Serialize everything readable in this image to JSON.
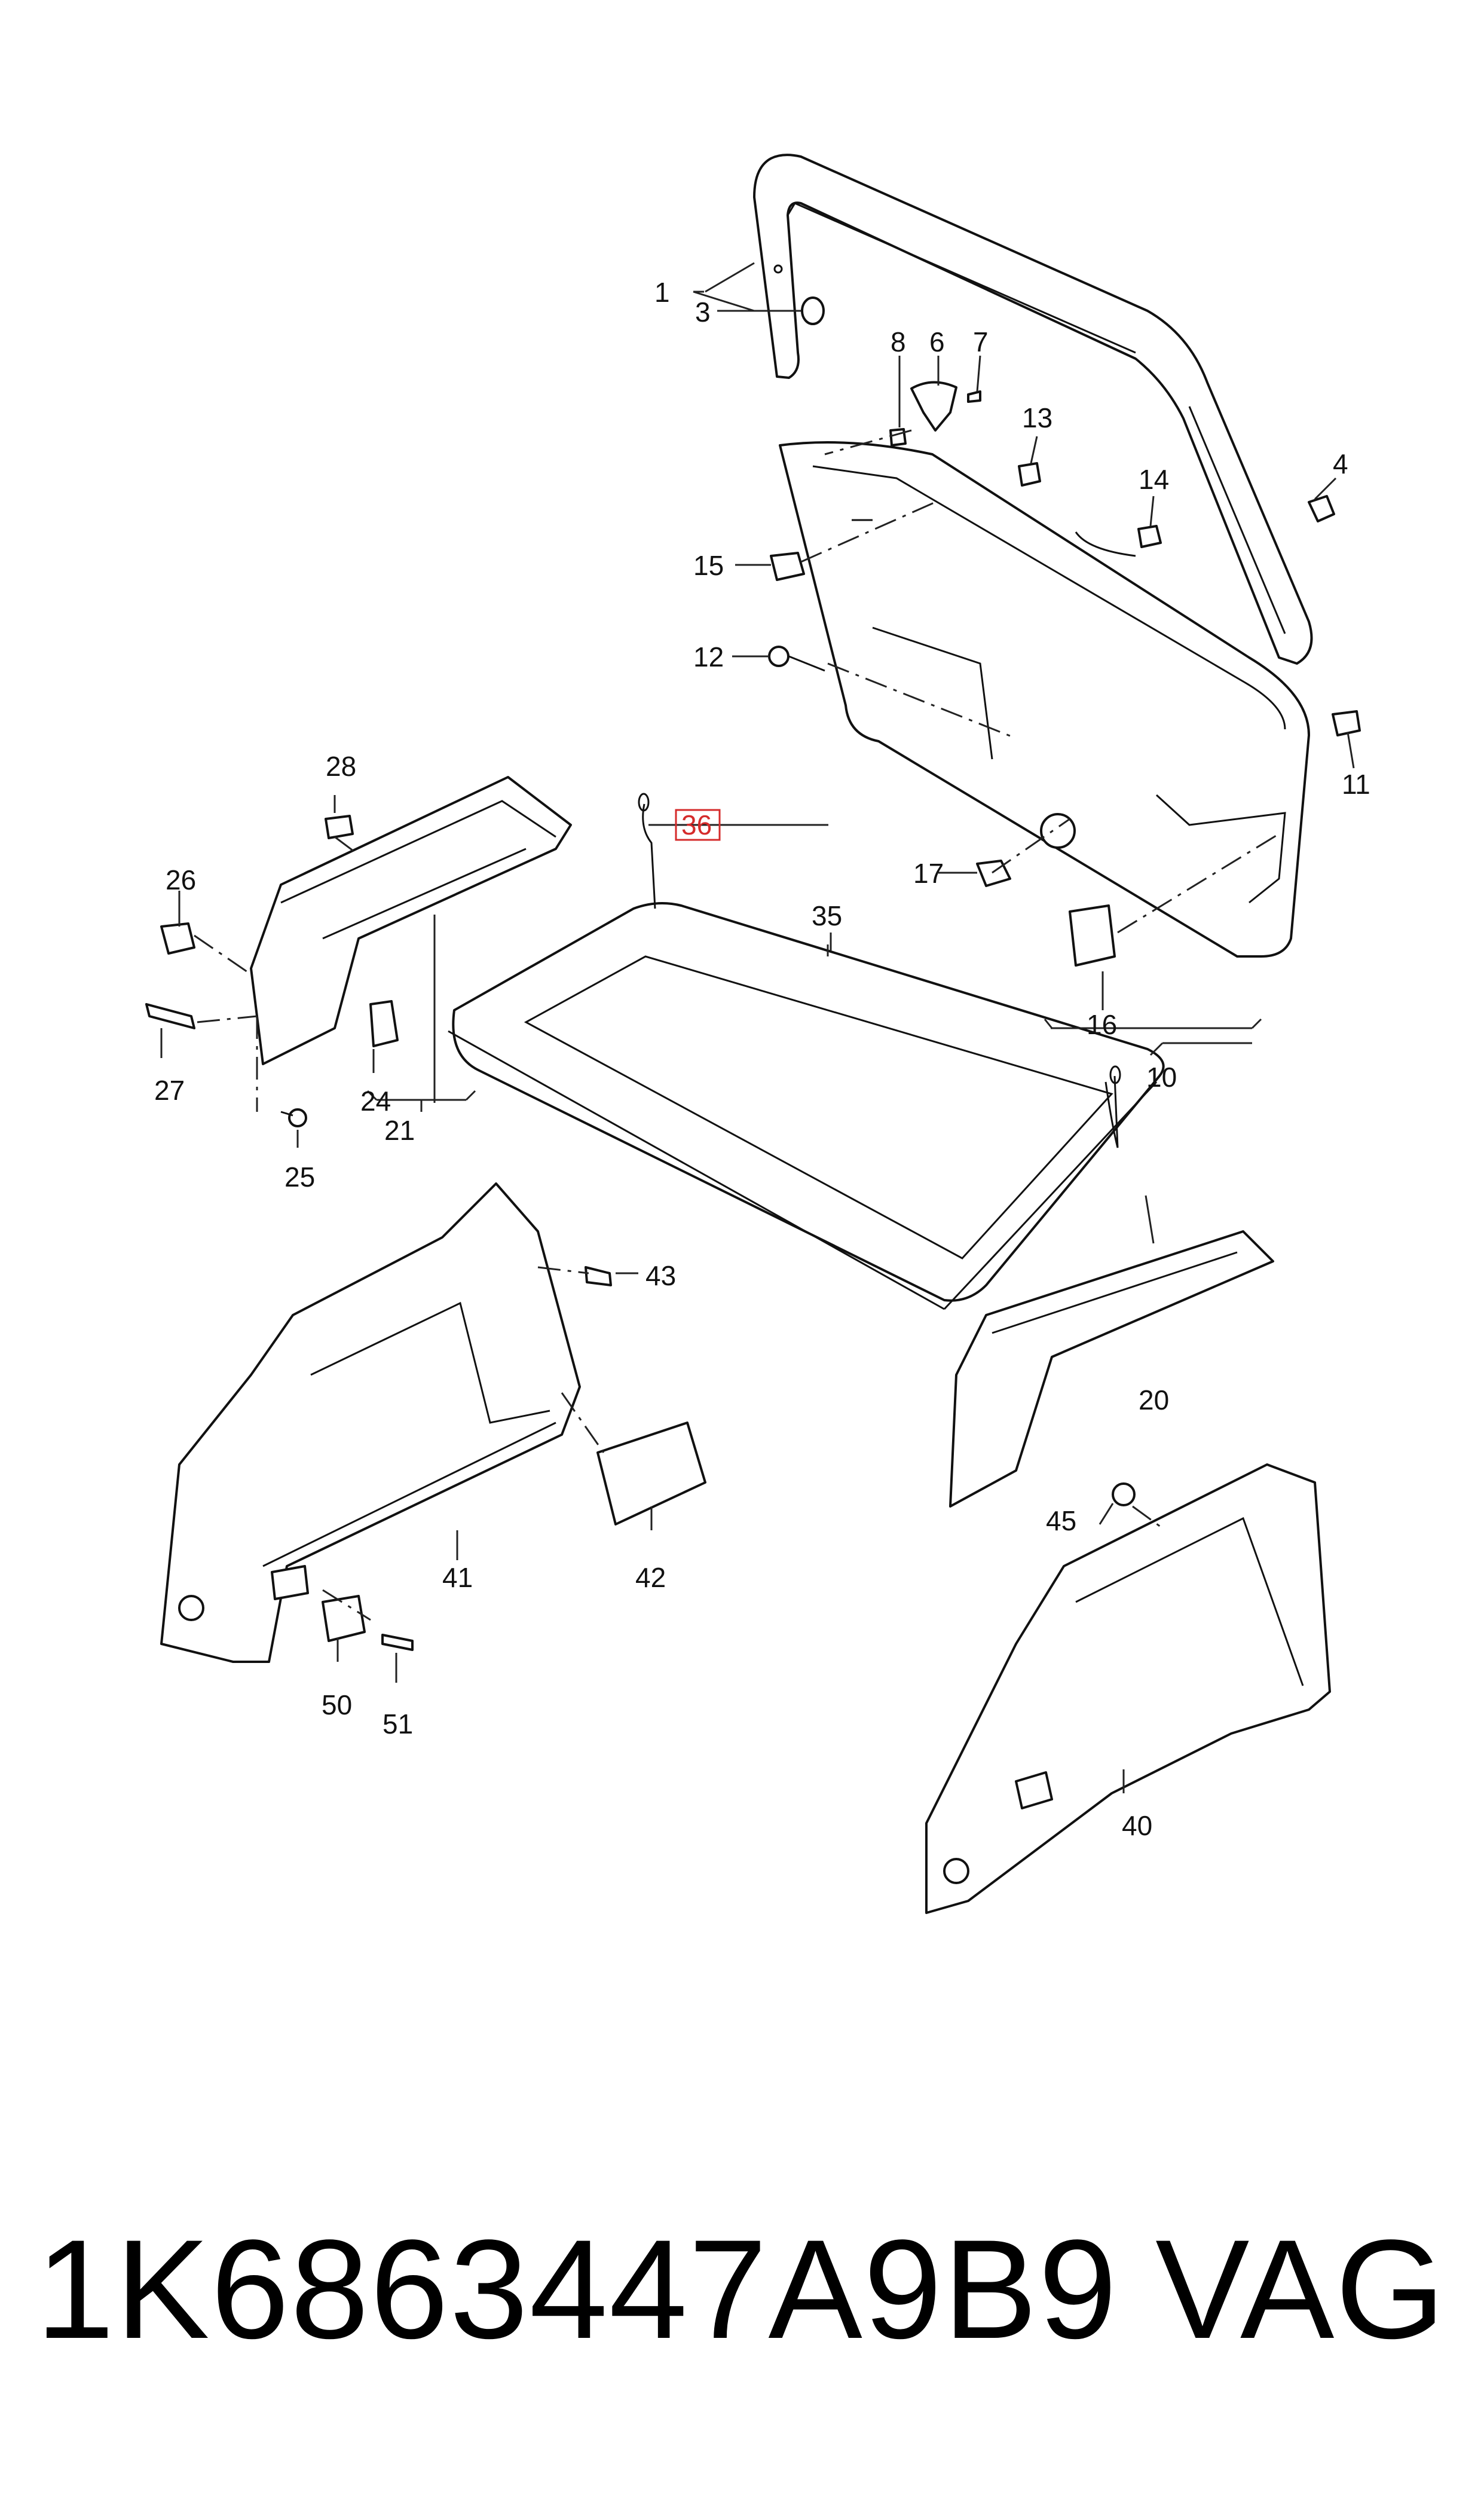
{
  "callouts": [
    {
      "id": "c1",
      "label": "1"
    },
    {
      "id": "c3",
      "label": "3"
    },
    {
      "id": "c4",
      "label": "4"
    },
    {
      "id": "c6",
      "label": "6"
    },
    {
      "id": "c7",
      "label": "7"
    },
    {
      "id": "c8",
      "label": "8"
    },
    {
      "id": "c10",
      "label": "10"
    },
    {
      "id": "c11",
      "label": "11"
    },
    {
      "id": "c12",
      "label": "12"
    },
    {
      "id": "c13",
      "label": "13"
    },
    {
      "id": "c14",
      "label": "14"
    },
    {
      "id": "c15",
      "label": "15"
    },
    {
      "id": "c16",
      "label": "16"
    },
    {
      "id": "c17",
      "label": "17"
    },
    {
      "id": "c20",
      "label": "20"
    },
    {
      "id": "c21",
      "label": "21"
    },
    {
      "id": "c24",
      "label": "24"
    },
    {
      "id": "c25",
      "label": "25"
    },
    {
      "id": "c26",
      "label": "26"
    },
    {
      "id": "c27",
      "label": "27"
    },
    {
      "id": "c28",
      "label": "28"
    },
    {
      "id": "c35",
      "label": "35"
    },
    {
      "id": "c36",
      "label": "36"
    },
    {
      "id": "c40",
      "label": "40"
    },
    {
      "id": "c41",
      "label": "41"
    },
    {
      "id": "c42",
      "label": "42"
    },
    {
      "id": "c43",
      "label": "43"
    },
    {
      "id": "c45",
      "label": "45"
    },
    {
      "id": "c50",
      "label": "50"
    },
    {
      "id": "c51",
      "label": "51"
    }
  ],
  "highlighted_callout": "36",
  "highlight_color": "#d52b2b",
  "footer": {
    "part_number": "1K6863447A9B9",
    "brand": "VAG"
  }
}
